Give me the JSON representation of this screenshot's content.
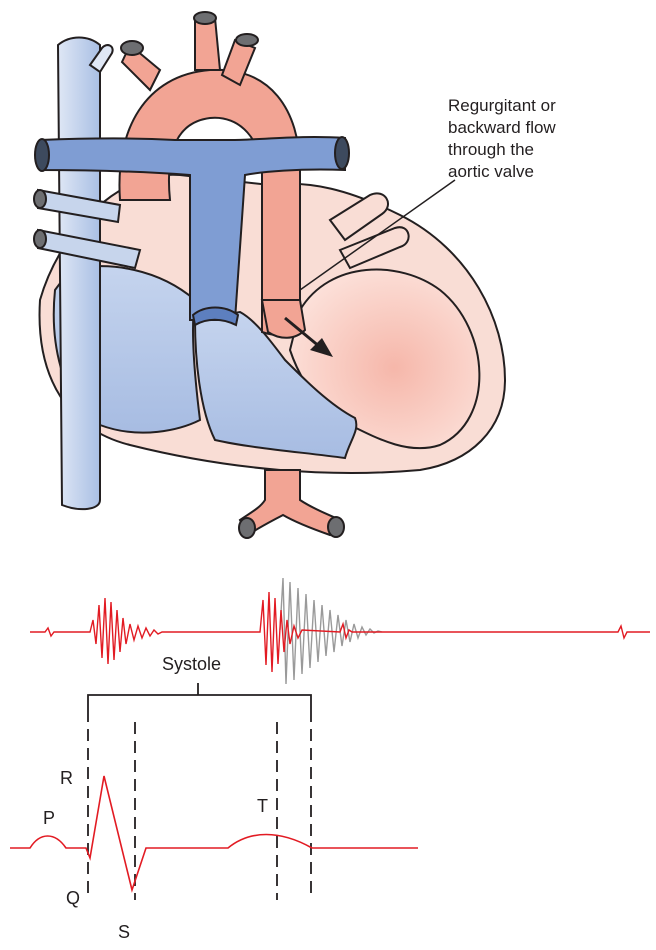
{
  "annotation": {
    "lines": [
      "Regurgitant or",
      "backward flow",
      "through the",
      "aortic valve"
    ]
  },
  "ecg": {
    "interval_label": "Systole",
    "waves": {
      "p": "P",
      "q": "Q",
      "r": "R",
      "s": "S",
      "t": "T"
    }
  },
  "colors": {
    "artery": "#f2a494",
    "vein_light": "#c7d5ec",
    "vein_dark": "#7f9dd3",
    "heart_wall": "#f9ddd5",
    "trace": "#e21b23",
    "outline": "#231f20"
  }
}
